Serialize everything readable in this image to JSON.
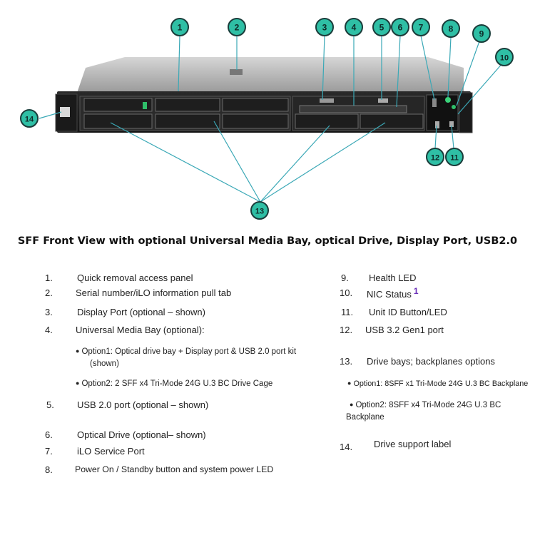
{
  "callouts": [
    "1",
    "2",
    "3",
    "4",
    "5",
    "6",
    "7",
    "8",
    "9",
    "10",
    "11",
    "12",
    "13",
    "14"
  ],
  "title": "SFF Front View with optional Universal Media Bay, optical Drive, Display Port, USB2.0",
  "left": [
    {
      "num": "1.",
      "text": "Quick removal access panel"
    },
    {
      "num": "2.",
      "text": "Serial number/iLO information pull tab"
    },
    {
      "num": "3.",
      "text": "Display Port (optional – shown)"
    },
    {
      "num": "4.",
      "text": "Universal Media Bay (optional):"
    },
    {
      "num": "5.",
      "text": "USB 2.0 port (optional – shown)"
    },
    {
      "num": "6.",
      "text": "Optical Drive (optional– shown)"
    },
    {
      "num": "7.",
      "text": "iLO Service Port"
    },
    {
      "num": "8.",
      "text": "Power On / Standby button and system power LED"
    }
  ],
  "left_sub": {
    "opt1_line1": "Option1: Optical drive bay + Display port & USB 2.0 port kit",
    "opt1_line2": "(shown)",
    "opt2": "Option2: 2 SFF x4 Tri-Mode 24G U.3 BC Drive Cage"
  },
  "right": [
    {
      "num": "9.",
      "text": "Health LED"
    },
    {
      "num": "10.",
      "text": "NIC Status",
      "sup": "1"
    },
    {
      "num": "11.",
      "text": "Unit ID Button/LED"
    },
    {
      "num": "12.",
      "text": "USB 3.2 Gen1 port"
    },
    {
      "num": "13.",
      "text": "Drive bays; backplanes options"
    },
    {
      "num": "14.",
      "text": "Drive support label"
    }
  ],
  "right_sub": {
    "opt1": "Option1: 8SFF x1 Tri-Mode 24G U.3 BC Backplane",
    "opt2_line1": "Option2: 8SFF x4 Tri-Mode 24G U.3 BC",
    "opt2_line2": "Backplane"
  },
  "colors": {
    "callout_fill": "#2fbfa5",
    "callout_border": "#1a3c3a",
    "leader": "#3aa8b6",
    "chassis_top": "#b9b9b9",
    "chassis_front": "#1c1c1c"
  }
}
